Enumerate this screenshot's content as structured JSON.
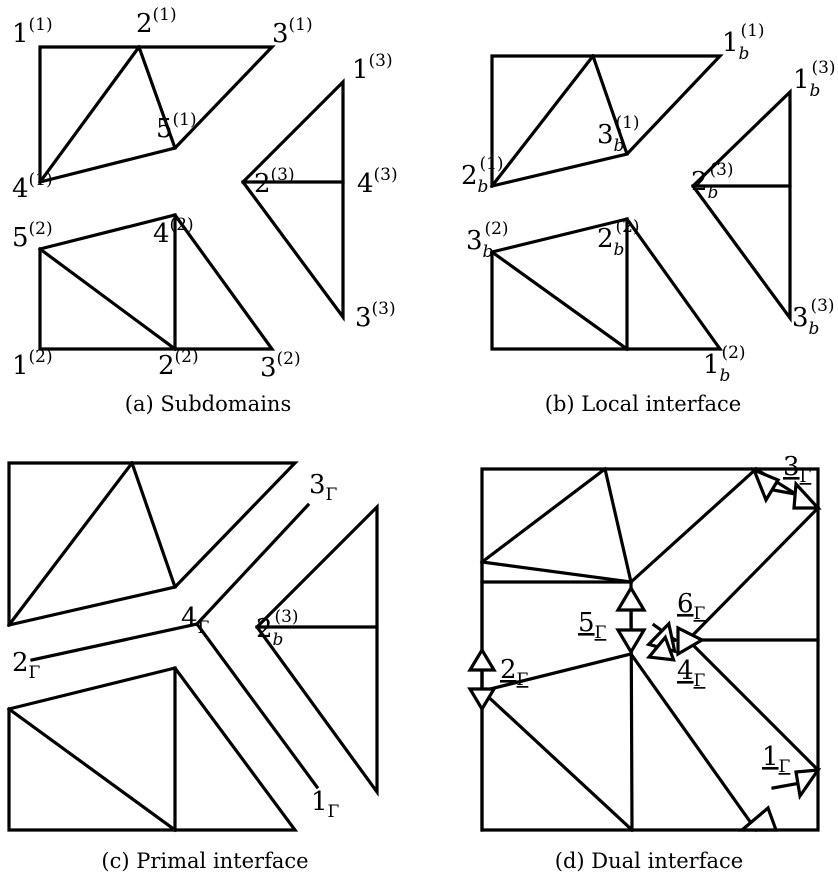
{
  "panels": {
    "a": {
      "caption": "(a) Subdomains",
      "labels": {
        "n1_1": {
          "base": "1",
          "sup": "(1)"
        },
        "n2_1": {
          "base": "2",
          "sup": "(1)"
        },
        "n3_1": {
          "base": "3",
          "sup": "(1)"
        },
        "n4_1": {
          "base": "4",
          "sup": "(1)"
        },
        "n5_1": {
          "base": "5",
          "sup": "(1)"
        },
        "n1_2": {
          "base": "1",
          "sup": "(2)"
        },
        "n2_2": {
          "base": "2",
          "sup": "(2)"
        },
        "n3_2": {
          "base": "3",
          "sup": "(2)"
        },
        "n4_2": {
          "base": "4",
          "sup": "(2)"
        },
        "n5_2": {
          "base": "5",
          "sup": "(2)"
        },
        "n1_3": {
          "base": "1",
          "sup": "(3)"
        },
        "n2_3": {
          "base": "2",
          "sup": "(3)"
        },
        "n3_3": {
          "base": "3",
          "sup": "(3)"
        },
        "n4_3": {
          "base": "4",
          "sup": "(3)"
        }
      }
    },
    "b": {
      "caption": "(b) Local interface",
      "labels": {
        "b1_1": {
          "base": "1",
          "sub": "b",
          "sup": "(1)"
        },
        "b2_1": {
          "base": "2",
          "sub": "b",
          "sup": "(1)"
        },
        "b3_1": {
          "base": "3",
          "sub": "b",
          "sup": "(1)"
        },
        "b1_2": {
          "base": "1",
          "sub": "b",
          "sup": "(2)"
        },
        "b2_2": {
          "base": "2",
          "sub": "b",
          "sup": "(2)"
        },
        "b3_2": {
          "base": "3",
          "sub": "b",
          "sup": "(2)"
        },
        "b1_3": {
          "base": "1",
          "sub": "b",
          "sup": "(3)"
        },
        "b2_3": {
          "base": "2",
          "sub": "b",
          "sup": "(3)"
        },
        "b3_3": {
          "base": "3",
          "sub": "b",
          "sup": "(3)"
        }
      }
    },
    "c": {
      "caption": "(c) Primal interface",
      "labels": {
        "g1": {
          "base": "1",
          "sub": "Γ"
        },
        "g2": {
          "base": "2",
          "sub": "Γ"
        },
        "g3": {
          "base": "3",
          "sub": "Γ"
        },
        "g4": {
          "base": "4",
          "sub": "Γ"
        },
        "b2_3": {
          "base": "2",
          "sub": "b",
          "sup": "(3)"
        }
      }
    },
    "d": {
      "caption": "(d) Dual interface",
      "labels": {
        "d1": {
          "base": "1",
          "sub": "Γ"
        },
        "d2": {
          "base": "2",
          "sub": "Γ"
        },
        "d3": {
          "base": "3",
          "sub": "Γ"
        },
        "d4": {
          "base": "4",
          "sub": "Γ"
        },
        "d5": {
          "base": "5",
          "sub": "Γ"
        },
        "d6": {
          "base": "6",
          "sub": "Γ"
        }
      }
    }
  }
}
